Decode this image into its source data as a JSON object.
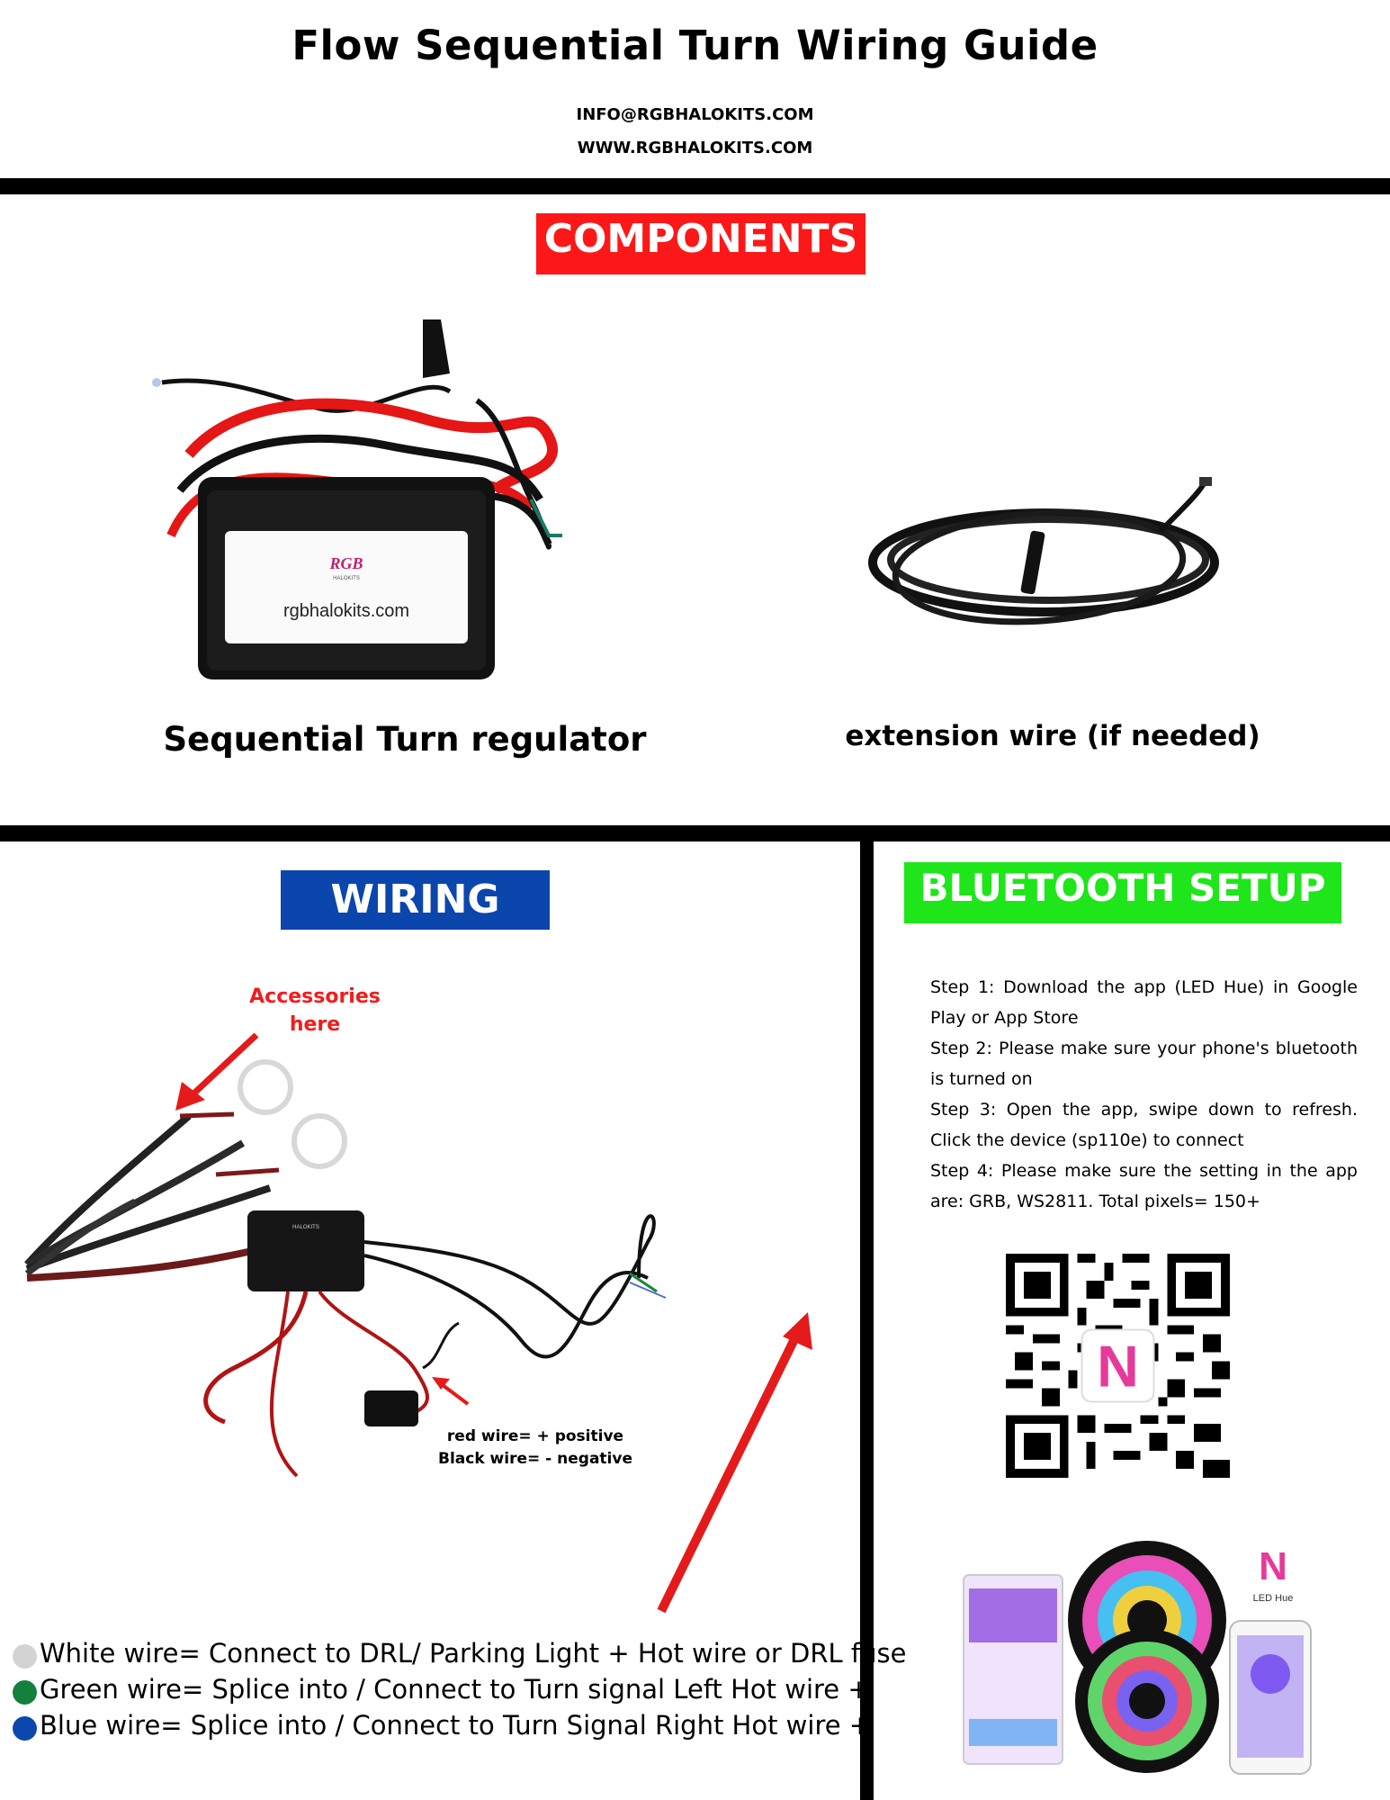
{
  "header": {
    "title": "Flow Sequential Turn  Wiring Guide",
    "email": "INFO@RGBHALOKITS.COM",
    "website": "WWW.RGBHALOKITS.COM"
  },
  "components": {
    "heading": "COMPONENTS",
    "regulator": {
      "label": "Sequential Turn regulator",
      "box_brand": "RGB",
      "box_sub": "HALOKITS",
      "box_text": "rgbhalokits.com"
    },
    "extension": {
      "label": "extension wire (if needed)"
    }
  },
  "wiring": {
    "heading": "WIRING",
    "accessories_line1": "Accessories",
    "accessories_line2": "here",
    "red_wire": "red wire= + positive",
    "black_wire": "Black wire= - negative",
    "legend": [
      {
        "color": "#d3d3d3",
        "text": "White wire= Connect to DRL/ Parking Light + Hot wire or DRL fuse"
      },
      {
        "color": "#13803c",
        "text": "Green wire= Splice into / Connect to Turn signal Left Hot wire +"
      },
      {
        "color": "#0c47ad",
        "text": "Blue wire= Splice into / Connect to Turn Signal Right Hot wire +"
      }
    ]
  },
  "bluetooth": {
    "heading": "BLUETOOTH SETUP",
    "steps": [
      "Step 1: Download the app (LED Hue) in Google Play or App Store",
      "Step 2: Please make sure your phone's bluetooth is turned on",
      "Step 3: Open the app, swipe down to refresh. Click the device (sp110e) to connect",
      "Step 4: Please make sure the setting in the app are: GRB, WS2811. Total pixels= 150+"
    ],
    "app_name": "LED Hue"
  },
  "colors": {
    "red": "#fc1818",
    "blue": "#0b46ad",
    "green": "#1ee61a",
    "accent_red_text": "#f21c1c"
  }
}
